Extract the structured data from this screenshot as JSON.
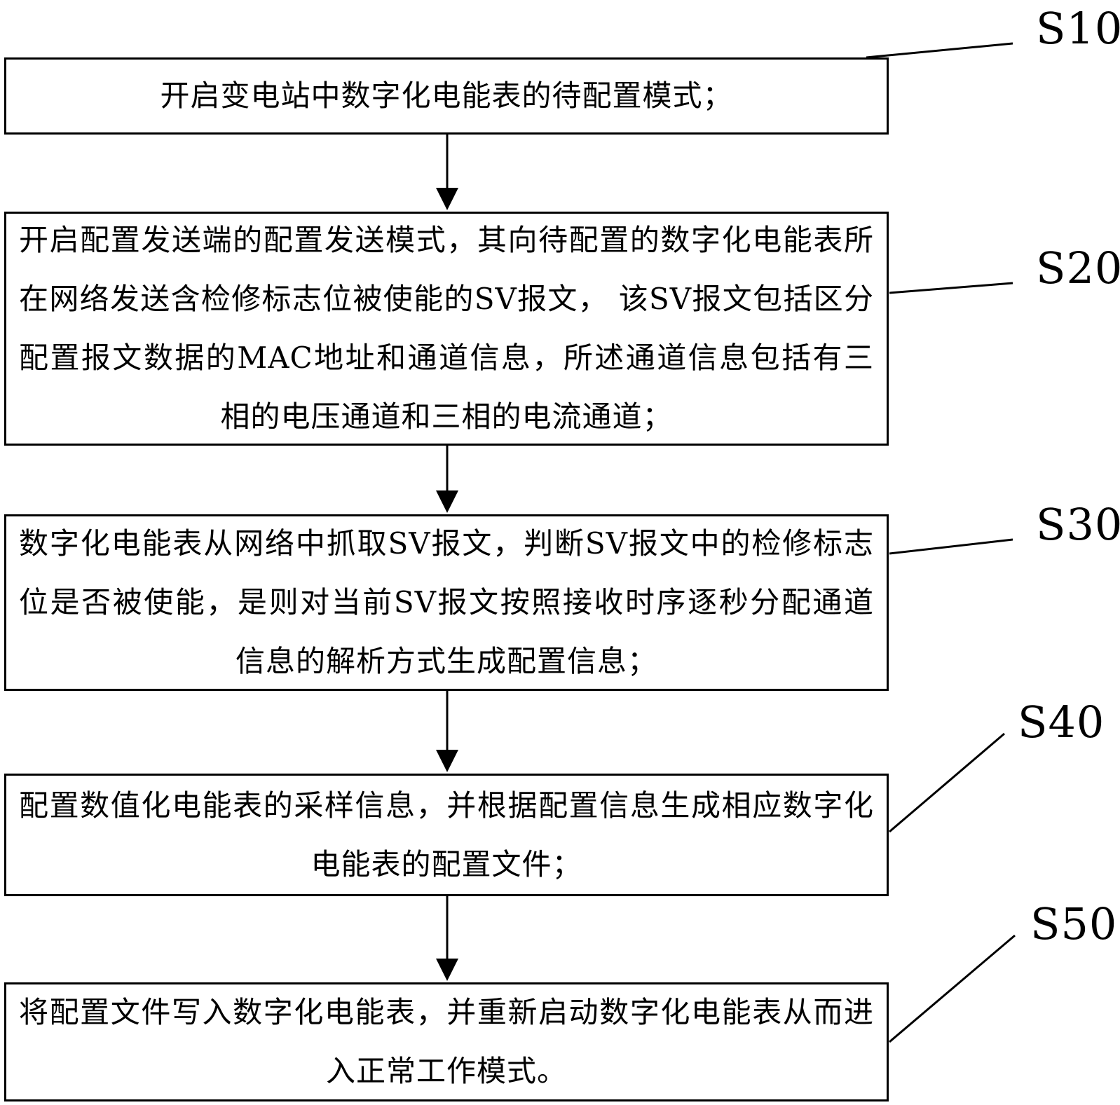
{
  "steps": [
    {
      "label": "S10",
      "text": "开启变电站中数字化电能表的待配置模式；"
    },
    {
      "label": "S20",
      "text": "开启配置发送端的配置发送模式，其向待配置的数字化电能表所在网络发送含检修标志位被使能的SV报文， 该SV报文包括区分配置报文数据的MAC地址和通道信息，所述通道信息包括有三相的电压通道和三相的电流通道；"
    },
    {
      "label": "S30",
      "text": "数字化电能表从网络中抓取SV报文，判断SV报文中的检修标志位是否被使能，是则对当前SV报文按照接收时序逐秒分配通道信息的解析方式生成配置信息；"
    },
    {
      "label": "S40",
      "text": "配置数值化电能表的采样信息，并根据配置信息生成相应数字化电能表的配置文件；"
    },
    {
      "label": "S50",
      "text": "将配置文件写入数字化电能表，并重新启动数字化电能表从而进入正常工作模式。"
    }
  ]
}
